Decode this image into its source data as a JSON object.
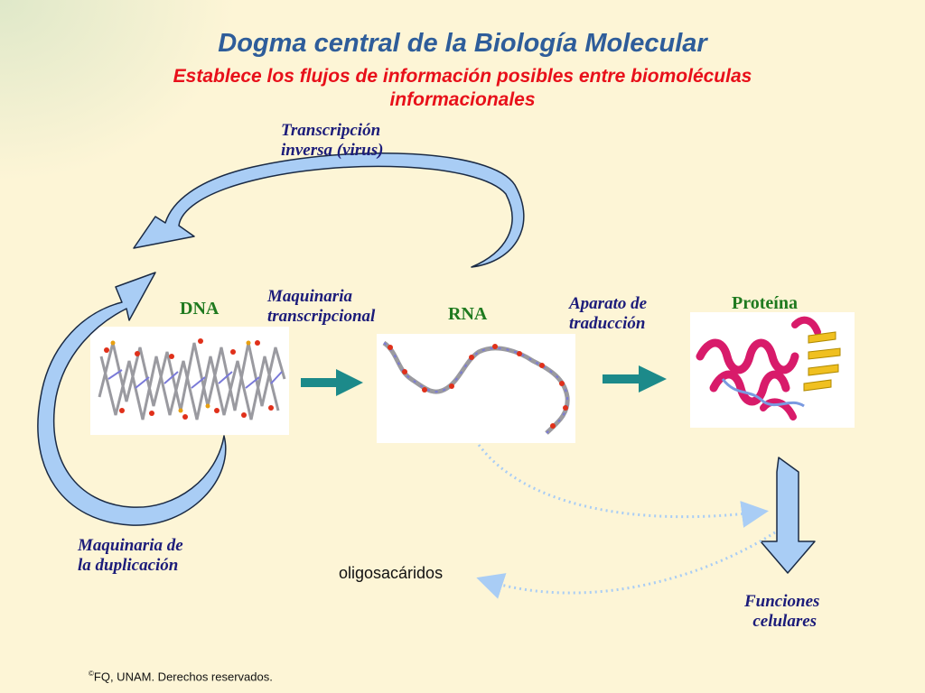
{
  "title": "Dogma central de la Biología Molecular",
  "subtitle": "Establece los flujos de información posibles entre biomoléculas informacionales",
  "labels": {
    "reverse_transcription_line1": "Transcripción",
    "reverse_transcription_line2": "inversa (virus)",
    "transcription_line1": "Maquinaria",
    "transcription_line2": "transcripcional",
    "translation_line1": "Aparato de",
    "translation_line2": "traducción",
    "replication_line1": "Maquinaria de",
    "replication_line2": "la duplicación",
    "functions_line1": "Funciones",
    "functions_line2": "celulares",
    "oligosaccharides": "oligosacáridos"
  },
  "molecules": {
    "dna": "DNA",
    "rna": "RNA",
    "protein": "Proteína"
  },
  "copyright_symbol": "©",
  "copyright_text": "FQ, UNAM. Derechos reservados.",
  "colors": {
    "background": "#fdf5d6",
    "title": "#2e5d9a",
    "subtitle": "#e8101a",
    "arrow_fill": "#a9cdf5",
    "arrow_stroke": "#1a2a44",
    "teal_arrow": "#1c8a8a",
    "molecule_label": "#1f7a1f",
    "italic_label": "#1c1c7a"
  }
}
